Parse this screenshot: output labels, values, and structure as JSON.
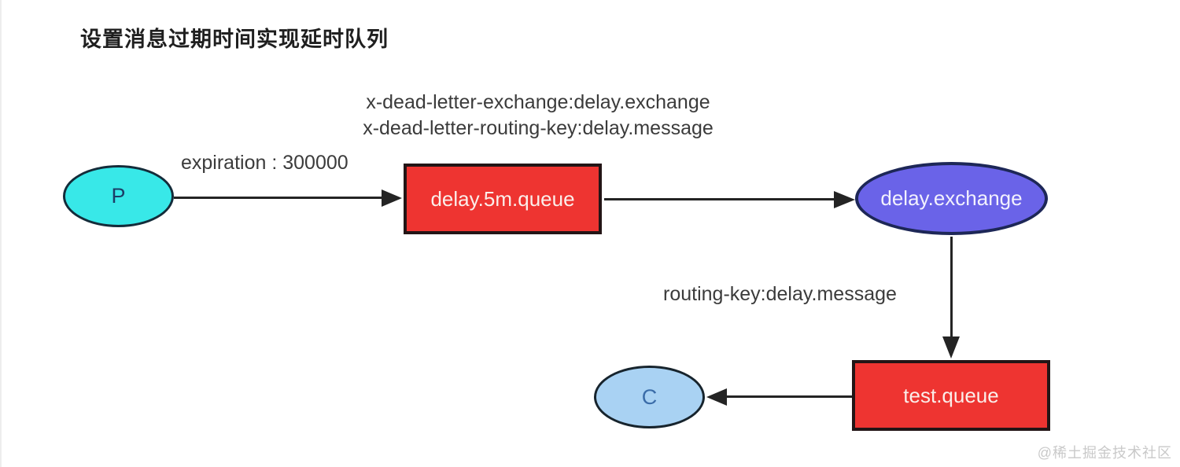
{
  "page": {
    "title": "设置消息过期时间实现延时队列",
    "watermark": "@稀土掘金技术社区"
  },
  "diagram": {
    "type": "rabbitmq-delay-queue-flow",
    "nodes": {
      "producer": {
        "label": "P",
        "shape": "ellipse",
        "fill": "#38e8e8"
      },
      "delay_queue": {
        "label": "delay.5m.queue",
        "shape": "rect",
        "fill": "#ee3431"
      },
      "exchange": {
        "label": "delay.exchange",
        "shape": "ellipse",
        "fill": "#6a63e8"
      },
      "test_queue": {
        "label": "test.queue",
        "shape": "rect",
        "fill": "#ee3431"
      },
      "consumer": {
        "label": "C",
        "shape": "ellipse",
        "fill": "#a9d2f3"
      }
    },
    "edge_labels": {
      "expiration": "expiration : 300000",
      "dead_letter_exchange": "x-dead-letter-exchange:delay.exchange",
      "dead_letter_routing_key": "x-dead-letter-routing-key:delay.message",
      "routing_key": "routing-key:delay.message"
    },
    "edges": [
      {
        "from": "producer",
        "to": "delay_queue",
        "label": "expiration : 300000"
      },
      {
        "from": "delay_queue",
        "to": "exchange",
        "label": "x-dead-letter-exchange:delay.exchange / x-dead-letter-routing-key:delay.message"
      },
      {
        "from": "exchange",
        "to": "test_queue",
        "label": "routing-key:delay.message"
      },
      {
        "from": "test_queue",
        "to": "consumer",
        "label": ""
      }
    ],
    "colors": {
      "producer_fill": "#38e8e8",
      "consumer_fill": "#a9d2f3",
      "queue_fill": "#ee3431",
      "exchange_fill": "#6a63e8",
      "arrow": "#242424",
      "label_text": "#3b3b3b",
      "watermark_text": "#c9c9c9"
    }
  }
}
